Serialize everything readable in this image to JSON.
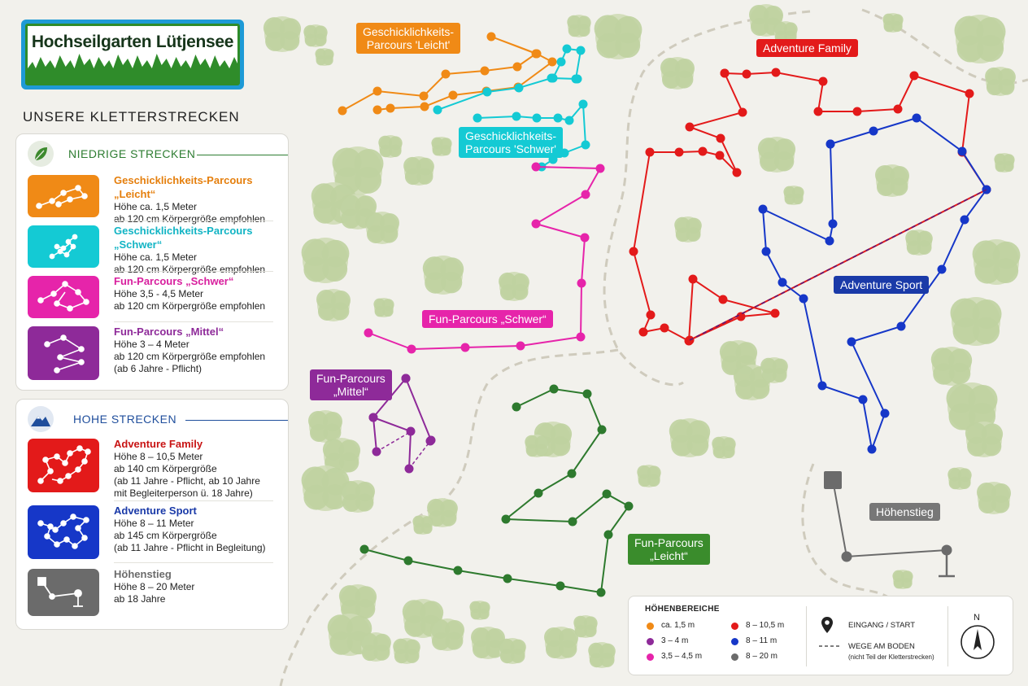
{
  "logo": {
    "title": "Hochseilgarten Lütjensee"
  },
  "heading": "UNSERE KLETTERSTRECKEN",
  "low": {
    "label": "NIEDRIGE STRECKEN",
    "color": "#2e7d32",
    "icon": "leaf-icon",
    "entries": [
      {
        "title": "Geschicklichkeits-Parcours „Leicht“",
        "lines": [
          "Höhe ca. 1,5 Meter",
          "ab 120 cm Körpergröße empfohlen"
        ],
        "color": "#f08a16"
      },
      {
        "title": "Geschicklichkeits-Parcours „Schwer“",
        "lines": [
          "Höhe ca. 1,5 Meter",
          "ab 120 cm Körpergröße empfohlen"
        ],
        "color": "#14cad4"
      },
      {
        "title": "Fun-Parcours „Schwer“",
        "lines": [
          "Höhe 3,5 - 4,5 Meter",
          "ab 120 cm Körpergröße empfohlen"
        ],
        "color": "#e624aa"
      },
      {
        "title": "Fun-Parcours „Mittel“",
        "lines": [
          "Höhe 3 – 4 Meter",
          "ab 120 cm Körpergröße empfohlen",
          "(ab 6 Jahre - Pflicht)"
        ],
        "color": "#8e2a99"
      }
    ]
  },
  "high": {
    "label": "HOHE STRECKEN",
    "color": "#1f4e9c",
    "icon": "mountain-icon",
    "entries": [
      {
        "title": "Adventure Family",
        "lines": [
          "Höhe 8 – 10,5 Meter",
          "ab 140 cm Körpergröße",
          "(ab 11 Jahre - Pflicht, ab 10 Jahre",
          "mit Begleiterperson ü. 18 Jahre)"
        ],
        "color": "#e31a1a",
        "title_color": "#c81414"
      },
      {
        "title": "Adventure Sport",
        "lines": [
          "Höhe 8 – 11 Meter",
          "ab 145 cm Körpergröße",
          "(ab 11 Jahre - Pflicht in Begleitung)"
        ],
        "color": "#1637c8",
        "title_color": "#1a3aa8"
      },
      {
        "title": "Höhenstieg",
        "lines": [
          "Höhe 8 – 20 Meter",
          "ab 18 Jahre"
        ],
        "color": "#6b6b6b",
        "title_color": "#6b6b6b"
      }
    ]
  },
  "map_labels": {
    "geschick_leicht": "Geschicklichkeits-\nParcours 'Leicht'",
    "geschick_schwer": "Geschicklichkeits-\nParcours 'Schwer'",
    "fun_schwer": "Fun-Parcours „Schwer“",
    "fun_mittel": "Fun-Parcours\n„Mittel“",
    "fun_leicht": "Fun-Parcours\n„Leicht“",
    "adv_family": "Adventure Family",
    "adv_sport": "Adventure Sport",
    "hoehenstieg": "Höhenstieg"
  },
  "legend": {
    "title": "HÖHENBEREICHE",
    "items": [
      {
        "label": "ca. 1,5 m",
        "color": "#f08a16"
      },
      {
        "label": "3 – 4 m",
        "color": "#8e2a99"
      },
      {
        "label": "3,5 – 4,5 m",
        "color": "#e624aa"
      },
      {
        "label": "8 – 10,5 m",
        "color": "#e31a1a"
      },
      {
        "label": "8 – 11 m",
        "color": "#1637c8"
      },
      {
        "label": "8 – 20 m",
        "color": "#6b6b6b"
      }
    ],
    "entrance": "EINGANG / START",
    "paths": "WEGE AM BODEN",
    "paths_note": "(nicht Teil der Kletterstrecken)",
    "north": "N"
  }
}
